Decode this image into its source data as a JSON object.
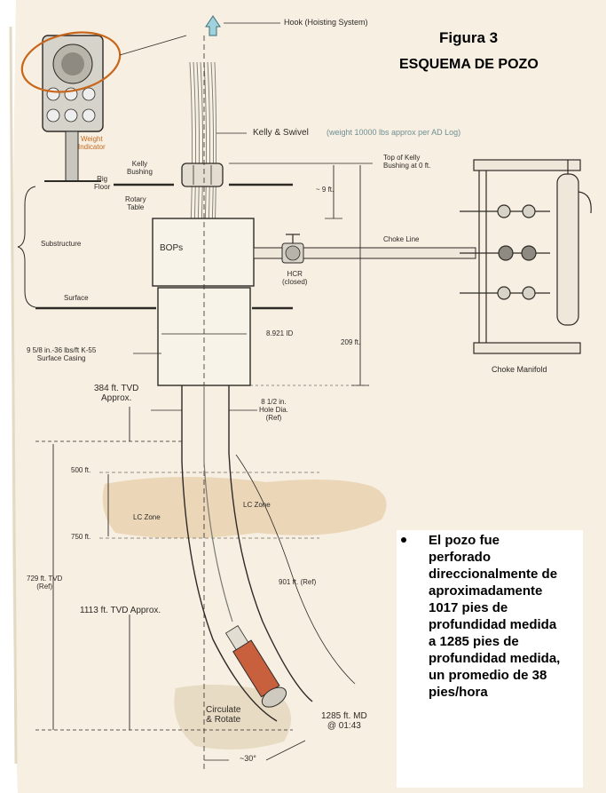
{
  "header": {
    "figure": "Figura 3",
    "title": "ESQUEMA DE POZO"
  },
  "labels": {
    "hook": "Hook (Hoisting System)",
    "weight_indicator": "Weight\nIndicator",
    "kelly_swivel": "Kelly & Swivel",
    "kelly_weight_note": "(weight 10000 lbs approx per AD Log)",
    "kelly_bushing": "Kelly\nBushing",
    "rig_floor": "Rig\nFloor",
    "rotary_table": "Rotary\nTable",
    "top_of_kelly": "Top of Kelly\nBushing at 0 ft.",
    "nine_ft": "~ 9 ft.",
    "substructure": "Substructure",
    "bops": "BOPs",
    "choke_line": "Choke Line",
    "hcr": "HCR\n(closed)",
    "surface": "Surface",
    "casing_id": "8.921 ID",
    "surface_casing": "9 5/8 in.-36 lbs/ft K-55\nSurface Casing",
    "depth_209": "209 ft.",
    "choke_manifold": "Choke Manifold",
    "tvd_384": "384 ft. TVD\nApprox.",
    "hole_dia": "8 1/2 in.\nHole Dia.\n(Ref)",
    "ft_500": "500 ft.",
    "ft_750": "750 ft.",
    "lc_zone_left": "LC Zone",
    "lc_zone_right": "LC Zone",
    "tvd_729": "729 ft. TVD\n(Ref)",
    "ft_901": "901 ft. (Ref)",
    "tvd_1113": "1113 ft. TVD Approx.",
    "circulate": "Circulate\n& Rotate",
    "md_1285": "1285 ft. MD\n@ 01:43",
    "angle_30": "~30°"
  },
  "notes": {
    "bullet_text": "El pozo fue\nperforado\ndireccionalmente de\naproximadamente\n1017 pies de\nprofundidad medida\na 1285 pies de\nprofundidad medida,\nun promedio de 38\npies/hora"
  },
  "colors": {
    "paper": "#f6efe2",
    "ink": "#2e2a26",
    "lc_zone": "#e9d2b0",
    "drill_collar": "#c8603d",
    "weight_ring": "#c8671c",
    "weight_label": "#c96a1e",
    "hook_arrow": "#9fd2dc"
  }
}
